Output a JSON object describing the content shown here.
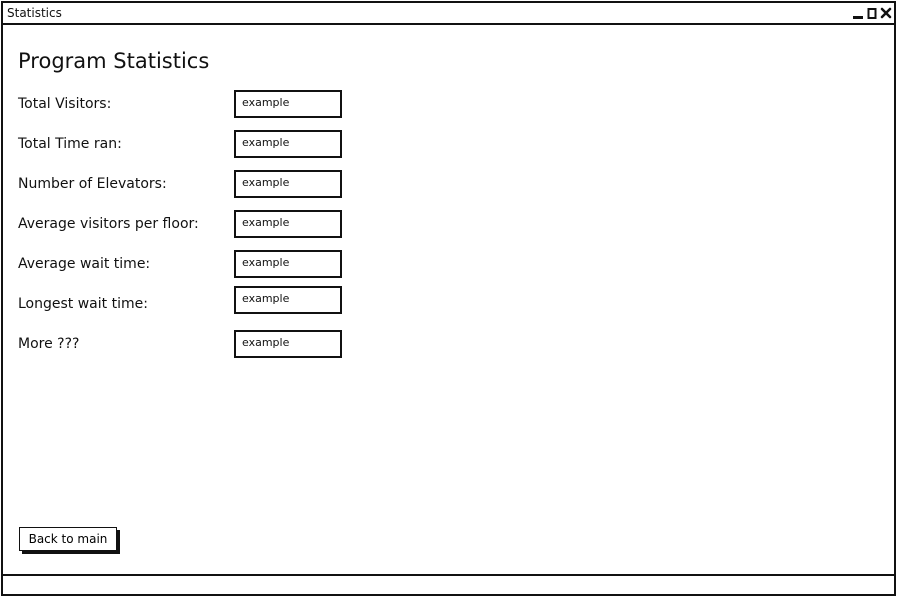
{
  "window": {
    "title": "Statistics",
    "controls": {
      "minimize_icon": "minimize-icon",
      "maximize_icon": "maximize-icon",
      "close_icon": "close-icon"
    }
  },
  "page": {
    "heading": "Program Statistics"
  },
  "stats": [
    {
      "label": "Total Visitors:",
      "value": "example"
    },
    {
      "label": "Total Time ran:",
      "value": "example"
    },
    {
      "label": "Number of Elevators:",
      "value": "example"
    },
    {
      "label": "Average visitors per floor:",
      "value": "example"
    },
    {
      "label": "Average wait time:",
      "value": "example"
    },
    {
      "label": "Longest wait time:",
      "value": "example"
    },
    {
      "label": "More ???",
      "value": "example"
    }
  ],
  "footer": {
    "back_label": "Back to main"
  }
}
